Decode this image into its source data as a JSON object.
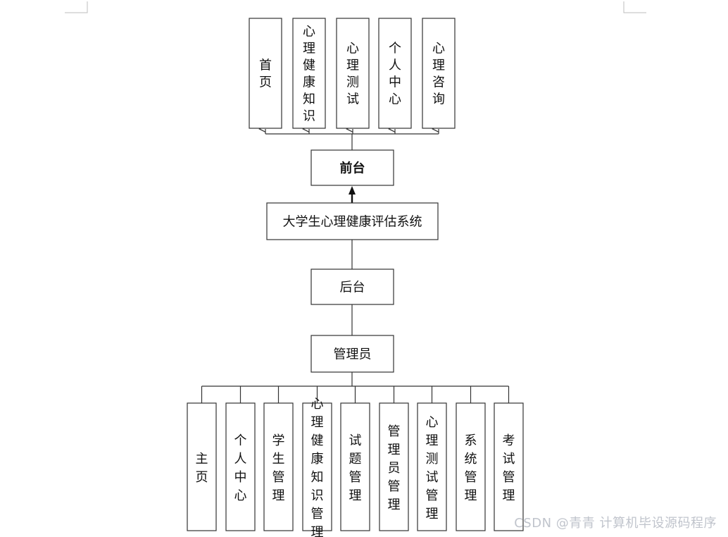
{
  "diagram": {
    "root": "大学生心理健康评估系统",
    "frontend": {
      "label": "前台",
      "children": [
        "首页",
        "心理健康知识",
        "心理测试",
        "个人中心",
        "心理咨询"
      ]
    },
    "backend": {
      "label": "后台",
      "role": "管理员",
      "children": [
        "主页",
        "个人中心",
        "学生管理",
        "心理健康知识管理",
        "试题管理",
        "管理员管理",
        "心理测试管理",
        "系统管理",
        "考试管理"
      ]
    }
  },
  "watermark": "CSDN @青青  计算机毕设源码程序"
}
